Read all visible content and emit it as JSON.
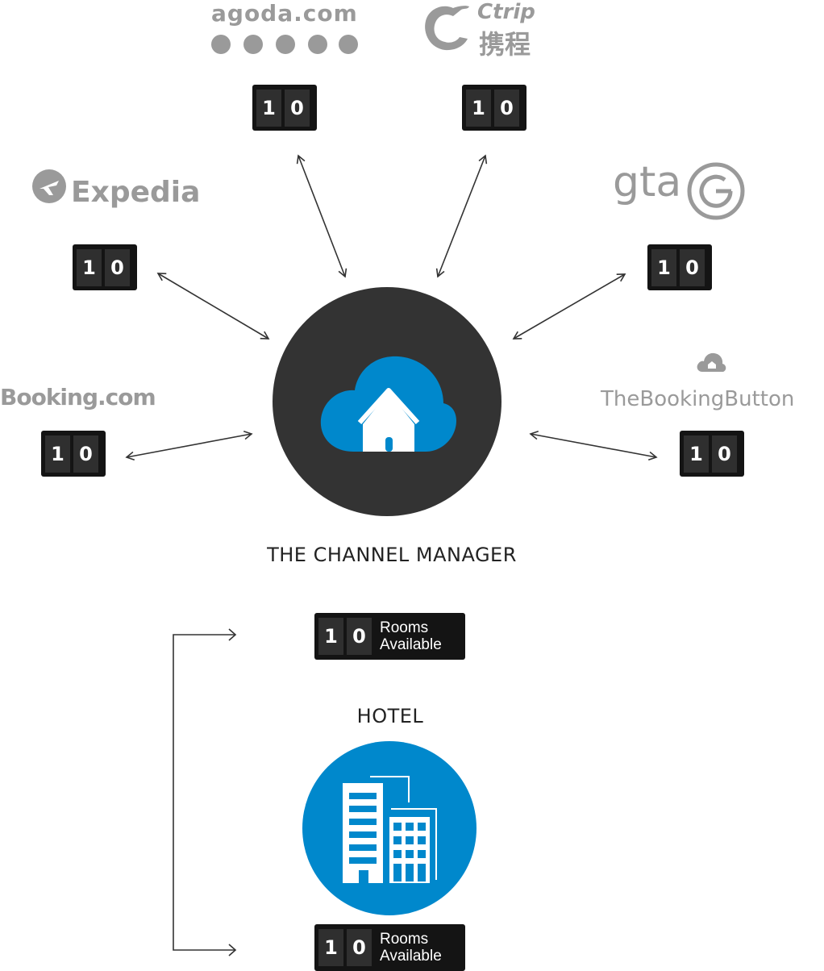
{
  "channels": {
    "agoda": {
      "logo_text": "agoda.com",
      "digits": [
        "1",
        "0"
      ]
    },
    "ctrip": {
      "logo_text": "Ctrip",
      "logo_cn": "携程",
      "digits": [
        "1",
        "0"
      ]
    },
    "expedia": {
      "logo_text": "Expedia",
      "digits": [
        "1",
        "0"
      ]
    },
    "gta": {
      "logo_text": "gta",
      "digits": [
        "1",
        "0"
      ]
    },
    "booking": {
      "logo_text": "Booking.com",
      "digits": [
        "1",
        "0"
      ]
    },
    "thebookingbutton": {
      "logo_text": "TheBookingButton",
      "digits": [
        "1",
        "0"
      ]
    }
  },
  "channel_manager": {
    "label": "THE CHANNEL MANAGER"
  },
  "hotel": {
    "label": "HOTEL",
    "top_counter": {
      "digits": [
        "1",
        "0"
      ],
      "line1": "Rooms",
      "line2": "Available"
    },
    "bottom_counter": {
      "digits": [
        "1",
        "0"
      ],
      "line1": "Rooms",
      "line2": "Available"
    }
  },
  "colors": {
    "accent_blue": "#0088cc",
    "dark_circle": "#333333",
    "logo_gray": "#9a9a9a",
    "counter_bg": "#141414",
    "digit_bg": "#2f2f2f"
  }
}
